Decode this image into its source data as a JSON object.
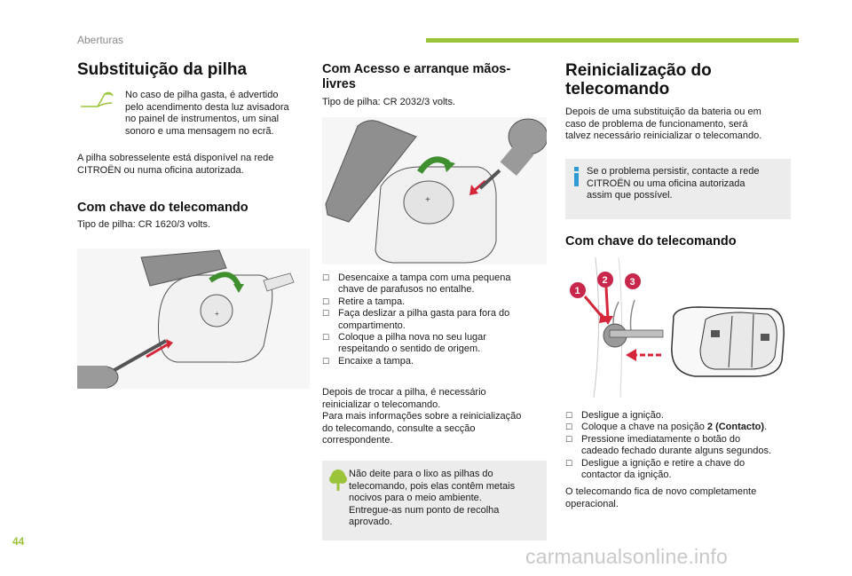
{
  "header": {
    "section": "Aberturas"
  },
  "page_number": "44",
  "watermark": "carmanualsonline.info",
  "col1": {
    "title": "Substituição da pilha",
    "warning": [
      "No caso de pilha gasta, é advertido",
      "pelo acendimento desta luz avisadora",
      "no painel de instrumentos, um sinal",
      "sonoro e uma mensagem no ecrã."
    ],
    "spare": [
      "A pilha sobresselente está disponível na rede",
      "CITROËN ou numa oficina autorizada."
    ],
    "subtitle": "Com chave do telecomando",
    "battery_type": "Tipo de pilha: CR 1620/3 volts."
  },
  "col2": {
    "title_lines": [
      "Com Acesso e arranque mãos-",
      "livres"
    ],
    "battery_type": "Tipo de pilha: CR 2032/3 volts.",
    "steps": [
      [
        "Desencaixe a tampa com uma pequena",
        "chave de parafusos no entalhe."
      ],
      [
        "Retire a tampa."
      ],
      [
        "Faça deslizar a pilha gasta para fora do",
        "compartimento."
      ],
      [
        "Coloque a pilha nova no seu lugar",
        "respeitando o sentido de origem."
      ],
      [
        "Encaixe a tampa."
      ]
    ],
    "after": [
      "Depois de trocar a pilha, é necessário",
      "reinicializar o telecomando.",
      "Para mais informações sobre a reinicialização",
      "do telecomando, consulte a secção",
      "correspondente."
    ],
    "eco": [
      "Não deite para o lixo as pilhas do",
      "telecomando, pois elas contêm metais",
      "nocivos para o meio ambiente.",
      "Entregue-as num ponto de recolha",
      "aprovado."
    ]
  },
  "col3": {
    "title_lines": [
      "Reinicialização do",
      "telecomando"
    ],
    "intro": [
      "Depois de uma substituição da bateria ou em",
      "caso de problema de funcionamento, será",
      "talvez necessário reinicializar o telecomando."
    ],
    "info": [
      "Se o problema persistir, contacte a rede",
      "CITROËN ou uma oficina autorizada",
      "assim que possível."
    ],
    "subtitle": "Com chave do telecomando",
    "badges": [
      "1",
      "2",
      "3"
    ],
    "steps": [
      {
        "lines": [
          "Desligue a ignição."
        ]
      },
      {
        "pre": "Coloque a chave na posição ",
        "bold": "2 (Contacto)",
        "post": "."
      },
      {
        "lines": [
          "Pressione imediatamente o botão do",
          "cadeado fechado durante alguns segundos."
        ]
      },
      {
        "lines": [
          "Desligue a ignição e retire a chave do",
          "contactor da ignição."
        ]
      }
    ],
    "result": [
      "O telecomando fica de novo completamente",
      "operacional."
    ]
  },
  "colors": {
    "accent_green": "#9bc43a",
    "badge_red": "#c8264a",
    "arrow_red": "#d6263a",
    "box_grey": "#ececec",
    "info_blue": "#2f9bd6"
  }
}
